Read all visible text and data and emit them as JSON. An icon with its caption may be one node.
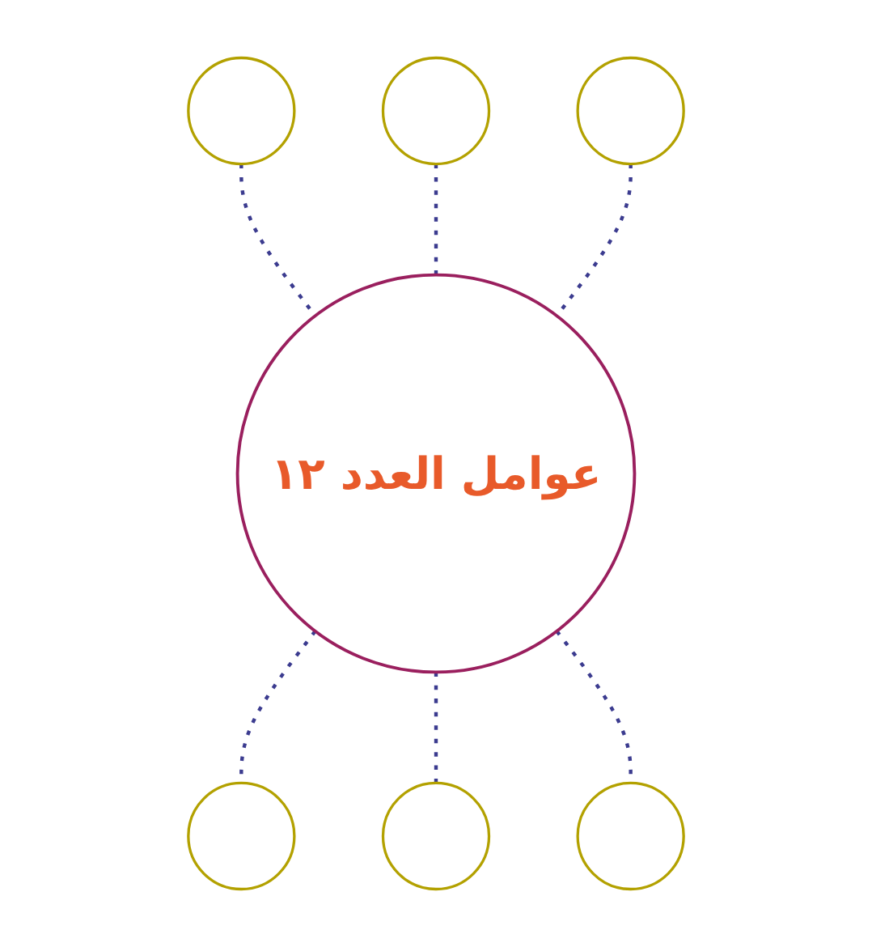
{
  "diagram": {
    "nodes": [
      {
        "text": [],
        "shape": "circle"
      },
      {
        "text": [],
        "shape": "circle"
      },
      {
        "text": [],
        "shape": "circle"
      },
      {
        "text": [
          "عوامل العدد ١٢"
        ]
      },
      {
        "text": [],
        "shape": "circle"
      },
      {
        "text": [],
        "shape": "circle"
      },
      {
        "text": [],
        "shape": "circle"
      }
    ],
    "edges": [
      {
        "from": 0,
        "to": 3,
        "arrow": "none",
        "style": "dashed"
      },
      {
        "from": 1,
        "to": 3,
        "arrow": "none",
        "style": "dashed"
      },
      {
        "from": 2,
        "to": 3,
        "arrow": "none",
        "style": "dashed"
      },
      {
        "from": 3,
        "to": 4,
        "arrow": "none",
        "style": "dashed"
      },
      {
        "from": 3,
        "to": 5,
        "arrow": "none",
        "style": "dashed"
      },
      {
        "from": 3,
        "to": 6,
        "arrow": "none",
        "style": "dashed"
      }
    ]
  }
}
